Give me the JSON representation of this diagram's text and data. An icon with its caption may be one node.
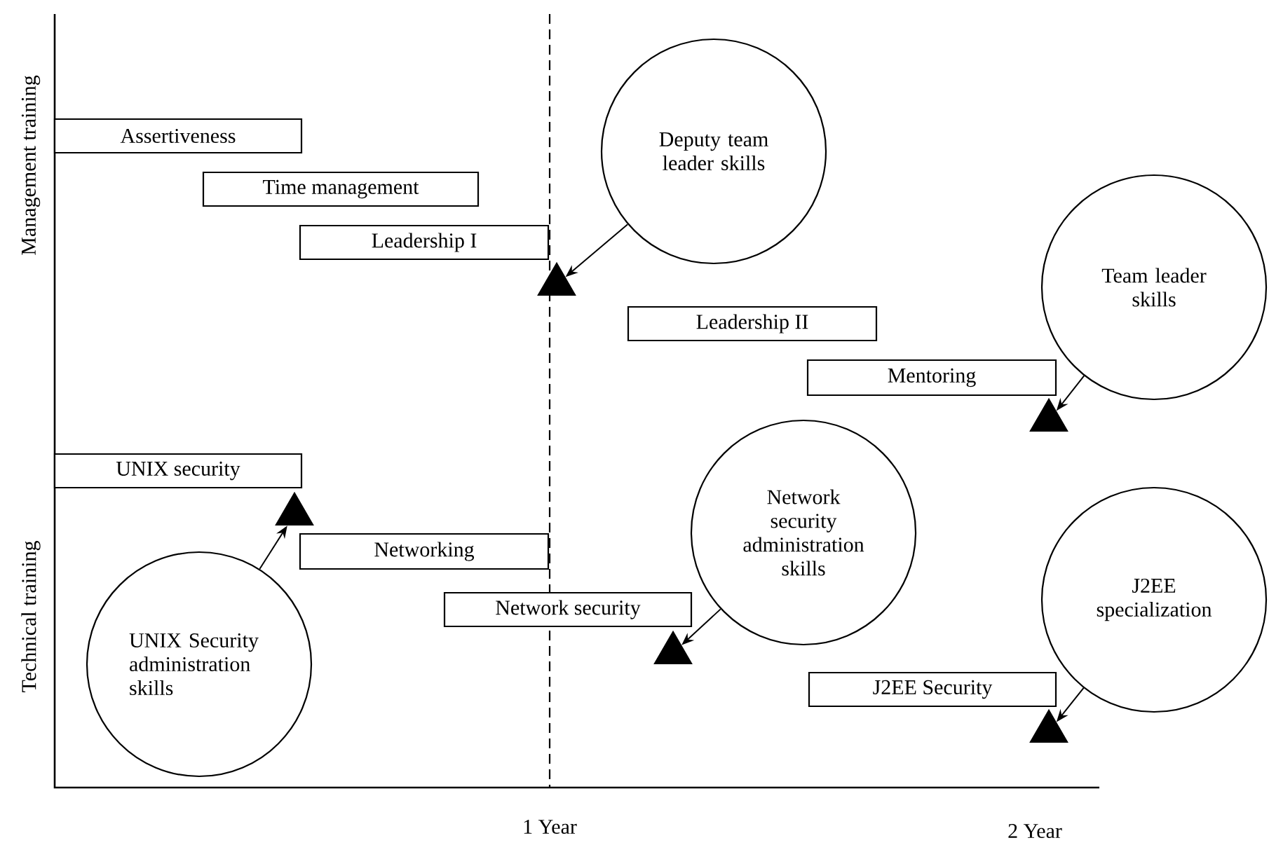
{
  "diagram": {
    "nodes": [
      {
        "text": [
          "Assertiveness"
        ]
      },
      {
        "text": [
          "Time management"
        ]
      },
      {
        "text": [
          "Deputy team leader skills"
        ]
      },
      {
        "text": [
          "Leadership I"
        ]
      },
      {
        "text": [],
        "shape": "triangle"
      },
      {
        "text": [
          "Team leader skills"
        ]
      },
      {
        "text": [
          "Leadership II"
        ]
      },
      {
        "text": [
          "Mentoring"
        ]
      },
      {
        "text": [],
        "shape": "triangle"
      },
      {
        "text": [
          "UNIX security"
        ]
      },
      {
        "text": [],
        "shape": "triangle"
      },
      {
        "text": [
          "Networking"
        ]
      },
      {
        "text": [
          "Network security administration skills"
        ]
      },
      {
        "text": [
          "J2EE specialization"
        ]
      },
      {
        "text": [
          "Network security"
        ]
      },
      {
        "text": [
          "UNIX Security administration skills"
        ]
      },
      {
        "text": [],
        "shape": "triangle"
      },
      {
        "text": [
          "J2EE Security"
        ]
      },
      {
        "text": [],
        "shape": "triangle"
      }
    ],
    "edges": [
      {
        "from": 2,
        "to": 4,
        "arrow": "to"
      },
      {
        "from": 5,
        "to": 8,
        "arrow": "to"
      },
      {
        "from": 15,
        "to": 10,
        "arrow": "to"
      },
      {
        "from": 12,
        "to": 16,
        "arrow": "to"
      },
      {
        "from": 13,
        "to": 18,
        "arrow": "to"
      }
    ],
    "labels": [
      "Management training",
      "Technical training",
      "1 Year",
      "2 Year"
    ]
  }
}
